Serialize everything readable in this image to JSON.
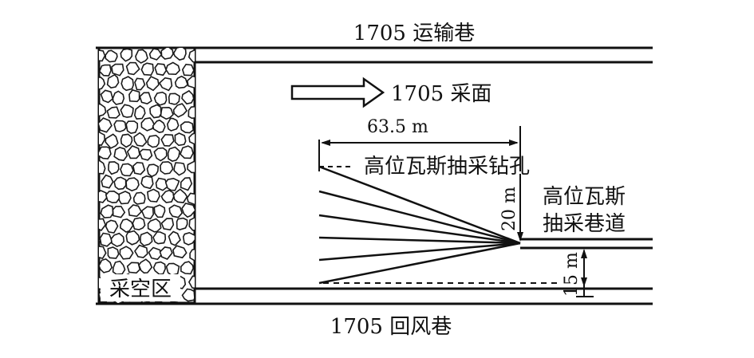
{
  "labels": {
    "transport_roadway": "1705 运输巷",
    "mining_face": "1705 采面",
    "return_roadway": "1705 回风巷",
    "goaf": "采空区",
    "boreholes": "高位瓦斯抽采钻孔",
    "drainage_roadway_line1": "高位瓦斯",
    "drainage_roadway_line2": "抽采巷道"
  },
  "dimensions": {
    "borehole_length": "63.5 m",
    "roadway_offset_vertical": "20 m",
    "roadway_to_return": "15 m"
  },
  "colors": {
    "ink": "#111111",
    "goaf_fill": "#ffffff",
    "stone_stroke": "#1a1a1a"
  },
  "icons": {
    "advance_arrow": "hollow-right-arrow"
  }
}
